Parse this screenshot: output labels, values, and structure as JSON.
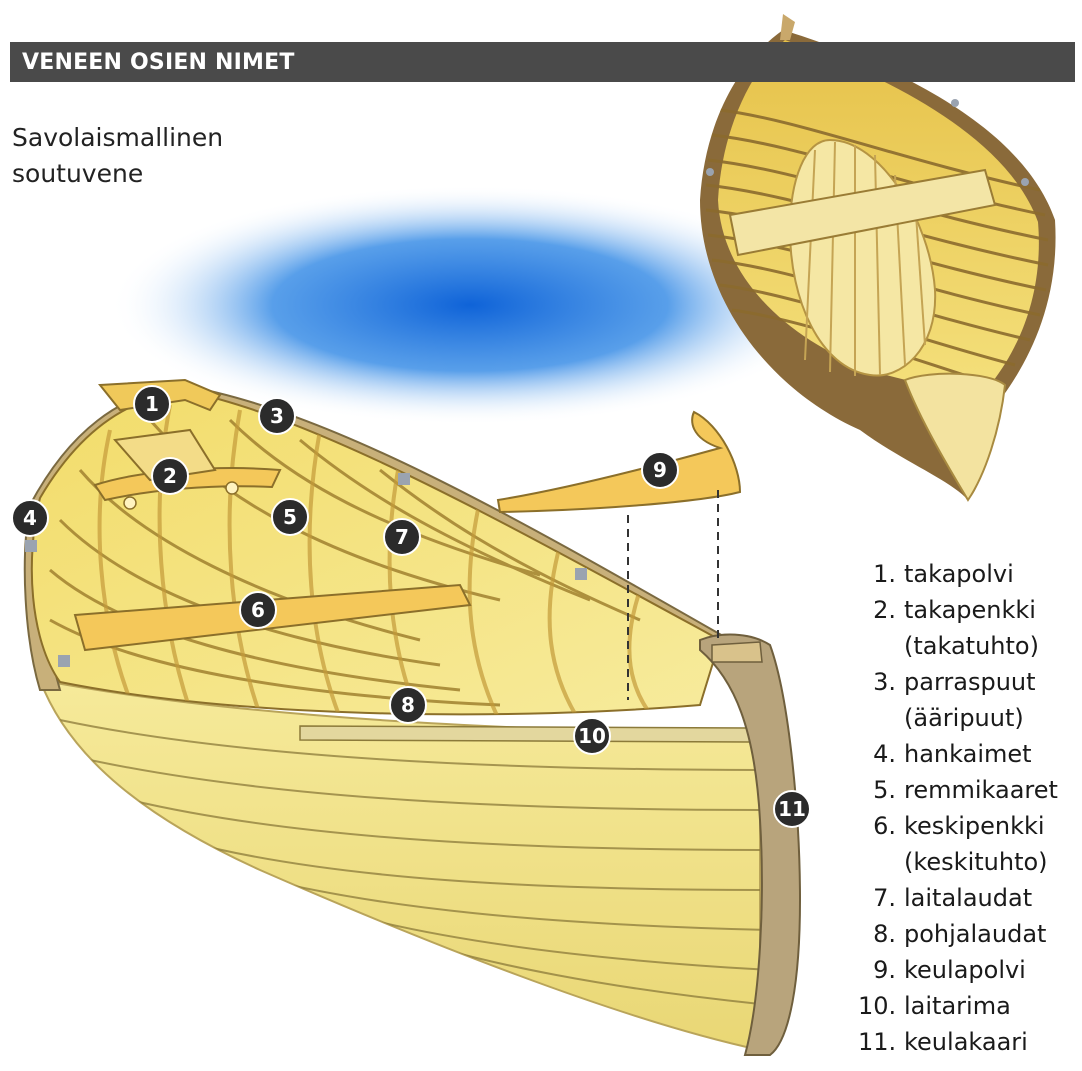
{
  "header": {
    "title": "VENEEN OSIEN NIMET"
  },
  "subtitle": "Savolaismallinen\nsoutuvene",
  "colors": {
    "header_bg": "#4a4a4a",
    "water": "#1e6fd6",
    "wood_light": "#f6e98e",
    "wood_mid": "#e8c74c",
    "wood_dark": "#a08a4a",
    "marker": "#2b2b2b"
  },
  "markers": [
    "1",
    "2",
    "3",
    "4",
    "5",
    "6",
    "7",
    "8",
    "9",
    "10",
    "11"
  ],
  "legend": [
    {
      "num": "1.",
      "name": "takapolvi",
      "alt": ""
    },
    {
      "num": "2.",
      "name": "takapenkki",
      "alt": "(takatuhto)"
    },
    {
      "num": "3.",
      "name": "parraspuut",
      "alt": "(ääripuut)"
    },
    {
      "num": "4.",
      "name": "hankaimet",
      "alt": ""
    },
    {
      "num": "5.",
      "name": "remmikaaret",
      "alt": ""
    },
    {
      "num": "6.",
      "name": "keskipenkki",
      "alt": "(keskituhto)"
    },
    {
      "num": "7.",
      "name": "laitalaudat",
      "alt": ""
    },
    {
      "num": "8.",
      "name": "pohjalaudat",
      "alt": ""
    },
    {
      "num": "9.",
      "name": "keulapolvi",
      "alt": ""
    },
    {
      "num": "10.",
      "name": "laitarima",
      "alt": ""
    },
    {
      "num": "11.",
      "name": "keulakaari",
      "alt": ""
    }
  ]
}
